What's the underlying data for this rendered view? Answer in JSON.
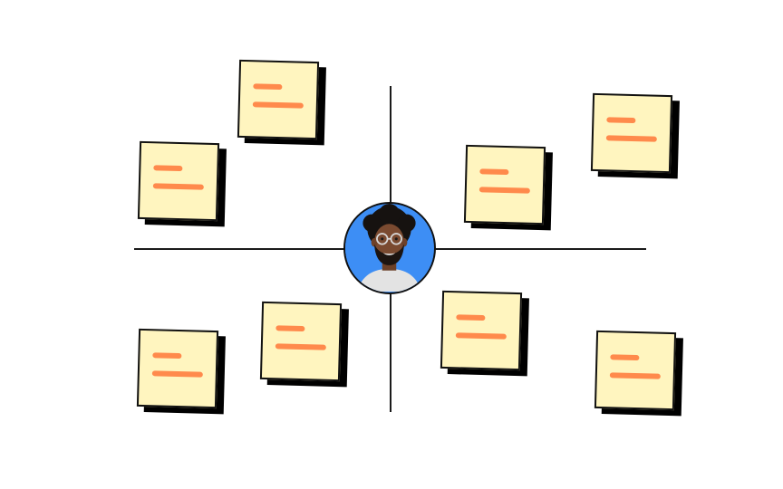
{
  "board": {
    "colors": {
      "background": "#ffffff",
      "axis": "#1a1a1a",
      "note_fill": "#fff5bf",
      "note_border": "#111111",
      "note_shadow": "#000000",
      "note_bar": "#ff8a4c",
      "avatar_background": "#3d8ef5"
    },
    "avatar": {
      "icon": "person-portrait-icon"
    },
    "notes": [
      {
        "quadrant": "top-left"
      },
      {
        "quadrant": "top-left"
      },
      {
        "quadrant": "top-right"
      },
      {
        "quadrant": "top-right"
      },
      {
        "quadrant": "bottom-left"
      },
      {
        "quadrant": "bottom-left"
      },
      {
        "quadrant": "bottom-right"
      },
      {
        "quadrant": "bottom-right"
      }
    ]
  }
}
